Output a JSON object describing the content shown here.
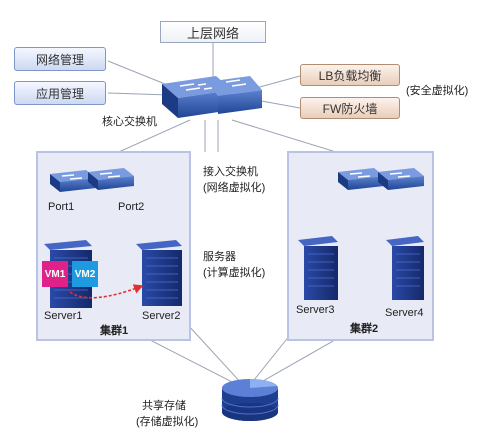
{
  "top_network": "上层网络",
  "management": {
    "network_mgmt": "网络管理",
    "app_mgmt": "应用管理"
  },
  "security": {
    "lb": "LB负载均衡",
    "fw": "FW防火墙",
    "label": "(安全虚拟化)"
  },
  "core_switch_label": "核心交换机",
  "access_switch_label": [
    "接入交换机",
    "(网络虚拟化)"
  ],
  "servers_label": [
    "服务器",
    "(计算虚拟化)"
  ],
  "storage_label": [
    "共享存储",
    "(存储虚拟化)"
  ],
  "cluster1": {
    "name": "集群1",
    "ports": [
      "Port1",
      "Port2"
    ],
    "servers": [
      "Server1",
      "Server2"
    ],
    "vms": [
      "VM1",
      "VM2"
    ]
  },
  "cluster2": {
    "name": "集群2",
    "servers": [
      "Server3",
      "Server4"
    ]
  },
  "colors": {
    "cluster_fill": "#e8ebf6",
    "cluster_border": "#b8c3e6",
    "switch": "#2e55a6",
    "server": "#1f3a8a",
    "vm1": "#e0218a",
    "vm2": "#1e9be0",
    "migration_arrow": "#e03030"
  }
}
